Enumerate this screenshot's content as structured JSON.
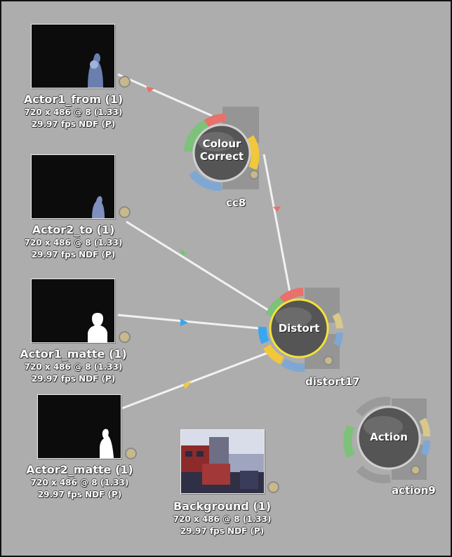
{
  "clips": [
    {
      "name": "Actor1_from (1)",
      "resolution": "720 x 486 @ 8 (1.33)",
      "fps": "29.97 fps NDF (P)"
    },
    {
      "name": "Actor2_to (1)",
      "resolution": "720 x 486 @ 8 (1.33)",
      "fps": "29.97 fps NDF (P)"
    },
    {
      "name": "Actor1_matte (1)",
      "resolution": "720 x 486 @ 8 (1.33)",
      "fps": "29.97 fps NDF (P)"
    },
    {
      "name": "Actor2_matte (1)",
      "resolution": "720 x 486 @ 8 (1.33)",
      "fps": "29.97 fps NDF (P)"
    },
    {
      "name": "Background (1)",
      "resolution": "720 x 486 @ 8 (1.33)",
      "fps": "29.97 fps NDF (P)"
    }
  ],
  "nodes": [
    {
      "title_line1": "Colour",
      "title_line2": "Correct",
      "label": "cc8"
    },
    {
      "title": "Distort",
      "label": "distort17"
    },
    {
      "title": "Action",
      "label": "action9"
    }
  ],
  "colors": {
    "background": "#adadad",
    "link": "#f2f2f2",
    "red": "#e8716b",
    "green": "#7cc27a",
    "blue": "#7fa7d3",
    "yellow": "#f1c73c",
    "port": "#c9b98a",
    "selection": "#f3e23a"
  }
}
